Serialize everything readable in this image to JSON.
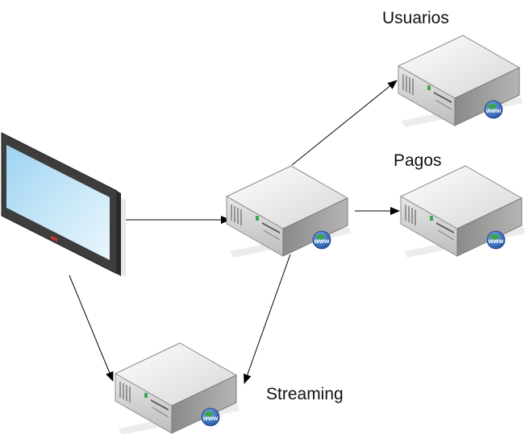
{
  "diagram": {
    "type": "network-topology",
    "nodes": [
      {
        "id": "monitor",
        "kind": "display",
        "label": ""
      },
      {
        "id": "gateway",
        "kind": "web-server",
        "label": ""
      },
      {
        "id": "usuarios",
        "kind": "web-server",
        "label": "Usuarios"
      },
      {
        "id": "pagos",
        "kind": "web-server",
        "label": "Pagos"
      },
      {
        "id": "streaming",
        "kind": "web-server",
        "label": "Streaming"
      }
    ],
    "edges": [
      {
        "from": "monitor",
        "to": "gateway"
      },
      {
        "from": "monitor",
        "to": "streaming"
      },
      {
        "from": "gateway",
        "to": "usuarios"
      },
      {
        "from": "gateway",
        "to": "pagos"
      },
      {
        "from": "gateway",
        "to": "streaming"
      }
    ],
    "globe_text": "www",
    "colors": {
      "screen_light": "#c9e8f8",
      "screen_dark": "#6ab8e4",
      "bezel": "#3d3d3d",
      "server_top": "#f2f2f2",
      "server_front": "#cfcfcf",
      "server_side": "#9a9a9a",
      "globe": "#2f6fc8",
      "globe_land": "#3fa24a",
      "arrow": "#000000"
    }
  }
}
